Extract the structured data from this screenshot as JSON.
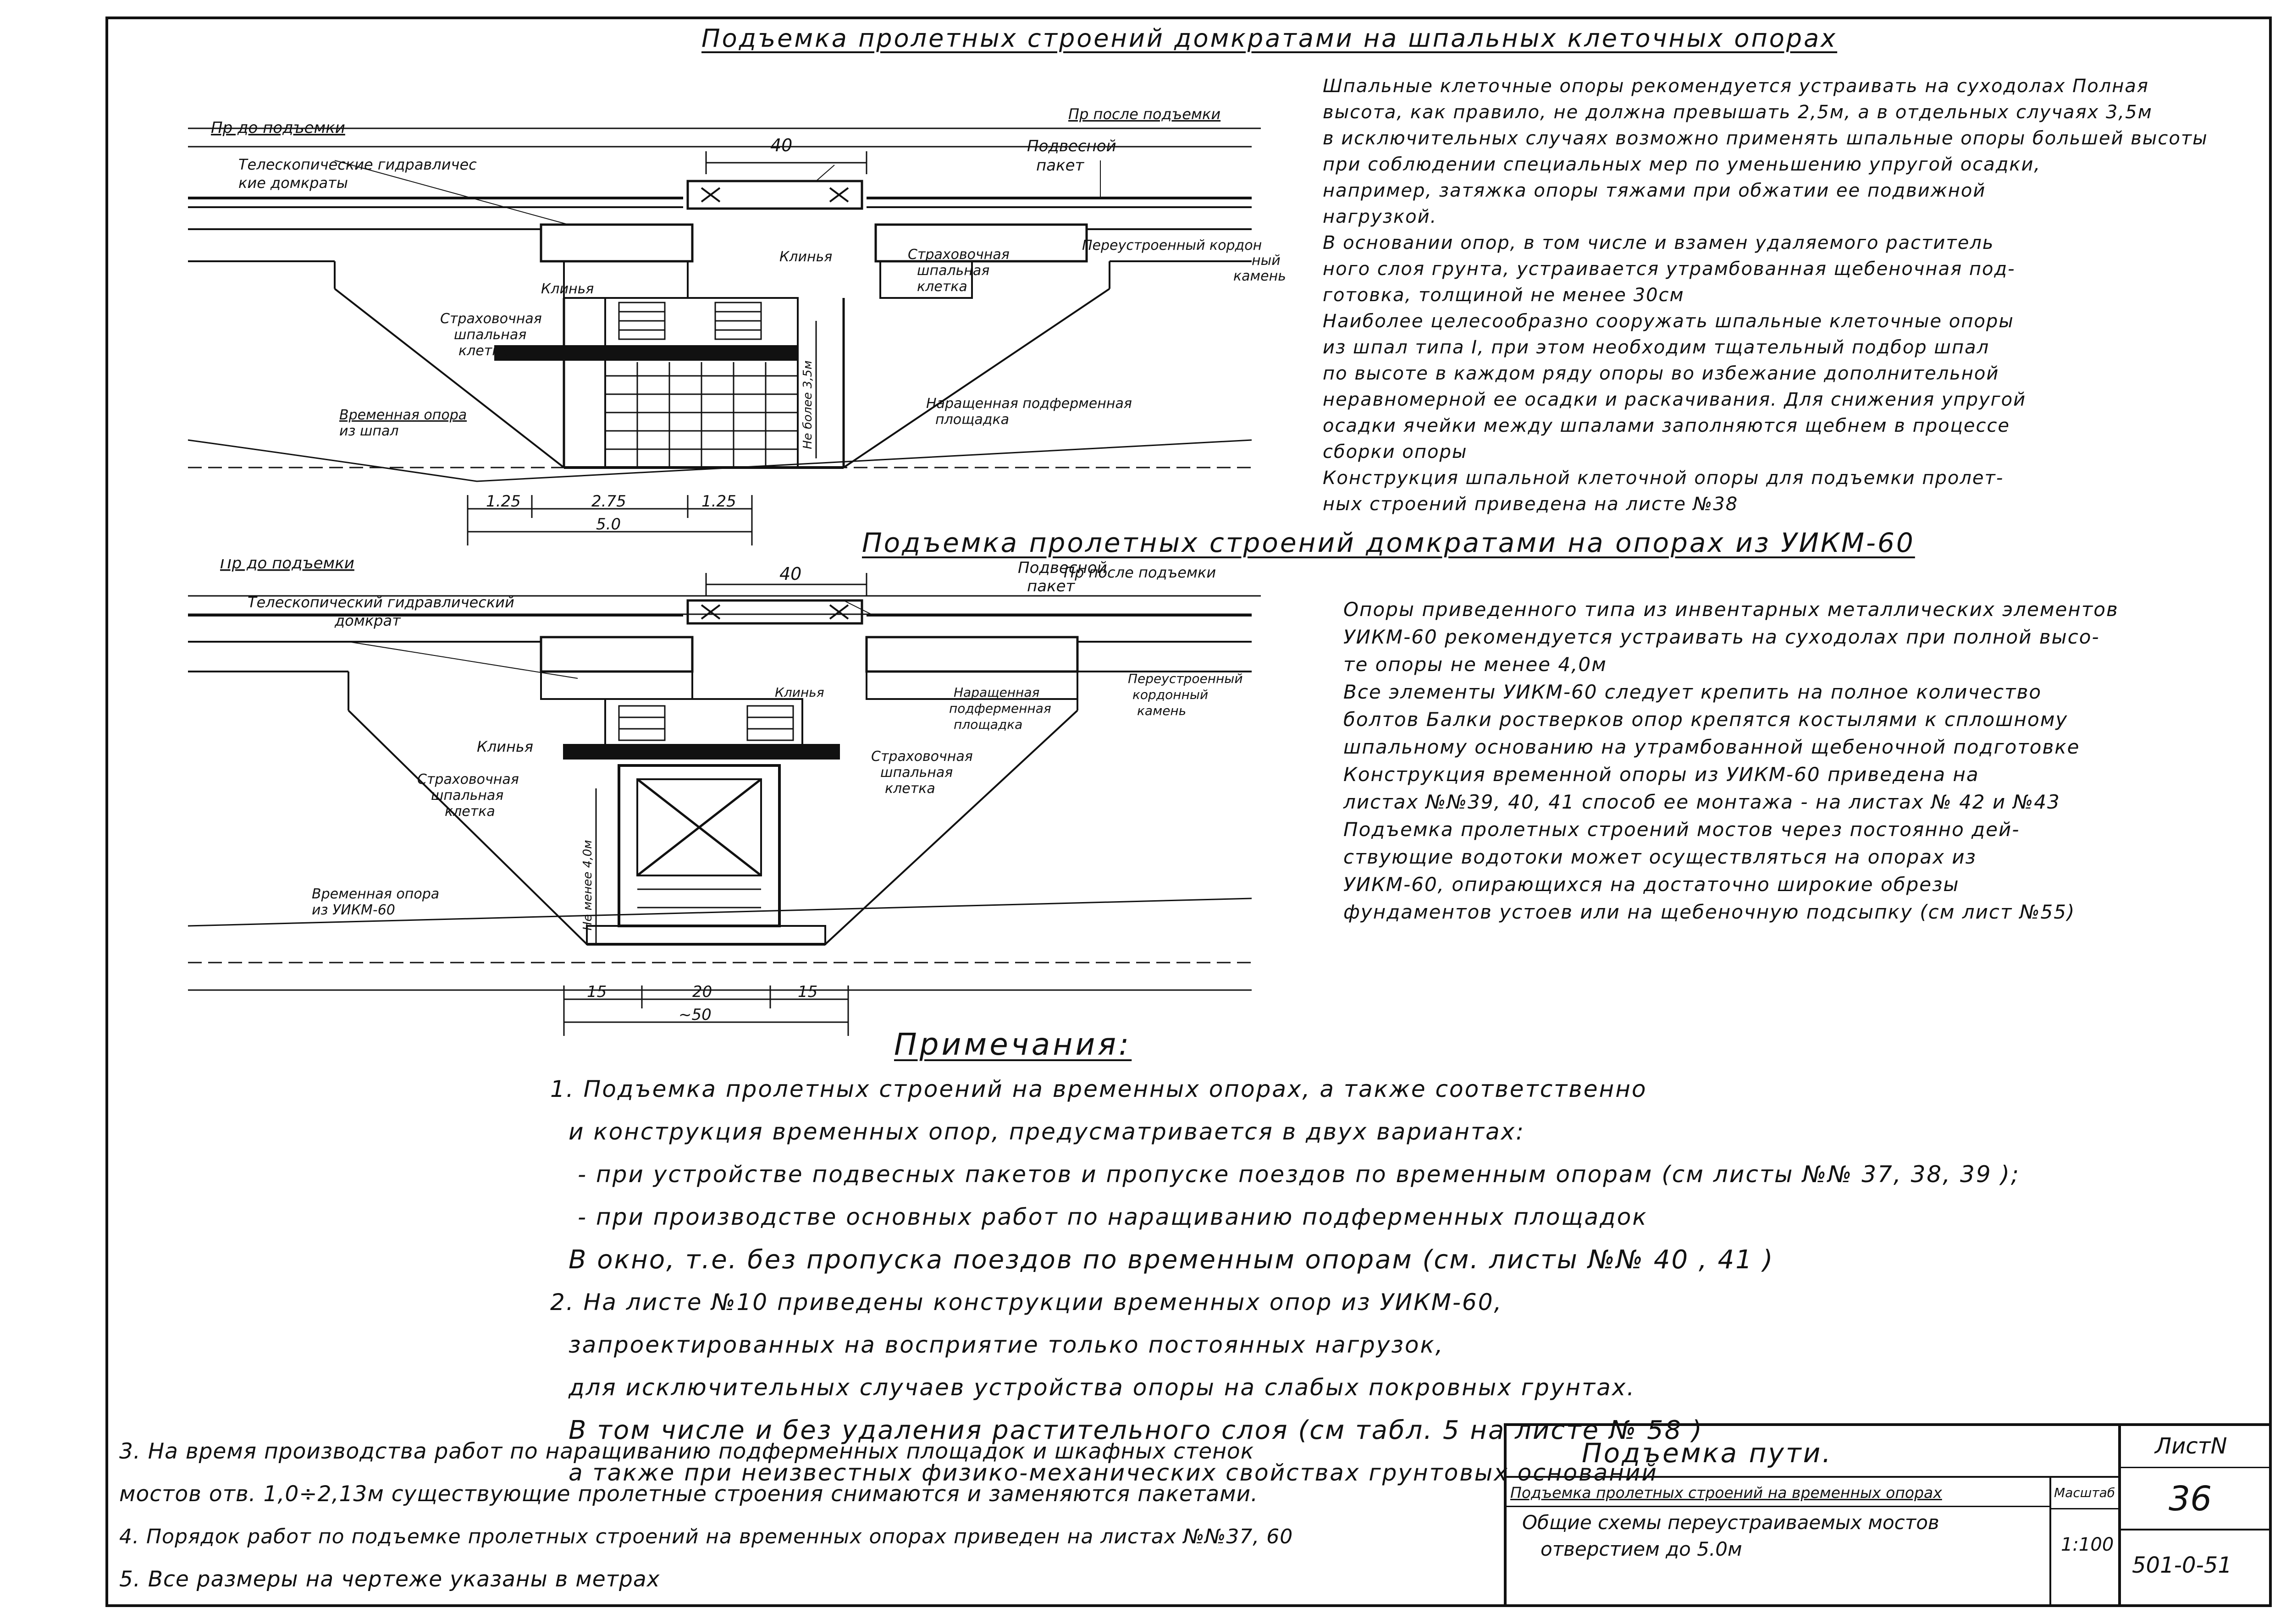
{
  "section1": {
    "title": "Подъемка пролетных строений домкратами на шпальных клеточных опорах",
    "text": [
      "Шпальные клеточные опоры рекомендуется устраивать на суходолах Полная",
      "высота, как правило, не должна превышать 2,5м, а в отдельных случаях 3,5м",
      "в исключительных случаях возможно применять шпальные опоры большей высоты",
      "при соблюдении специальных мер по уменьшению упругой осадки,",
      "например, затяжка опоры тяжами при обжатии ее подвижной",
      "нагрузкой.",
      "В основании опор, в том числе и взамен удаляемого раститель",
      "ного слоя грунта, устраивается утрамбованная щебеночная под-",
      "готовка, толщиной не менее 30см",
      "Наиболее целесообразно сооружать шпальные клеточные опоры",
      "из шпал типа I, при этом необходим тщательный подбор шпал",
      "по высоте в каждом ряду опоры во избежание дополнительной",
      "неравномерной ее осадки и раскачивания. Для снижения упругой",
      "осадки ячейки между шпалами заполняются щебнем в процессе",
      "сборки опоры",
      "Конструкция шпальной клеточной опоры для подъемки пролет-",
      "ных строений приведена на листе №38"
    ],
    "drawing_labels": {
      "level_before": "Пр до подъемки",
      "level_after": "Пр после подъемки",
      "jacks": [
        "Телескопические гидравличес",
        "кие домкраты"
      ],
      "span_40": "40",
      "hanging_packet": [
        "Подвесной",
        "пакет"
      ],
      "wedges_left": "Клинья",
      "wedges_right": "Клинья",
      "safety_cage_left": [
        "Страховочная",
        "шпальная",
        "клетка"
      ],
      "safety_cage_right": [
        "Страховочная",
        "шпальная",
        "клетка"
      ],
      "rebuilt_stone": [
        "Переустроенный кордон",
        "ный",
        "камень"
      ],
      "temp_support": [
        "Временная опора",
        "из шпал"
      ],
      "extended_platform": [
        "Наращенная подферменная",
        "площадка"
      ],
      "height_limit": "Не более 3,5м",
      "dims": [
        "1.25",
        "2.75",
        "1.25"
      ],
      "dim_total": "5.0"
    }
  },
  "section2": {
    "title": "Подъемка пролетных строений домкратами на опорах из УИКМ-60",
    "text": [
      "Опоры приведенного типа из инвентарных металлических элементов",
      "УИКМ-60 рекомендуется устраивать на суходолах при полной высо-",
      "те опоры не менее 4,0м",
      "Все элементы УИКМ-60 следует крепить на полное количество",
      "болтов Балки ростверков опор крепятся костылями к сплошному",
      "шпальному основанию на утрамбованной щебеночной подготовке",
      "Конструкция временной опоры из УИКМ-60 приведена на",
      "листах №№39, 40, 41      способ ее монтажа - на листах № 42 и №43",
      "Подъемка пролетных строений мостов через постоянно дей-",
      "ствующие водотоки может осуществляться на опорах из",
      "УИКМ-60, опирающихся на достаточно широкие обрезы",
      "фундаментов устоев или на щебеночную подсыпку (см лист №55)"
    ],
    "drawing_labels": {
      "level_before": "Пр до подъемки",
      "level_after": "Пр после подъемки",
      "jack": [
        "Телескопический гидравлический",
        "домкрат"
      ],
      "span_40": "40",
      "hanging_packet": [
        "Подвесной",
        "пакет"
      ],
      "wedges_top": "Клинья",
      "wedges_left": "Клинья",
      "extended_platform": [
        "Наращенная",
        "подферменная",
        "площадка"
      ],
      "rebuilt_stone": [
        "Переустроенный",
        "кордонный",
        "камень"
      ],
      "safety_cage_left": [
        "Страховочная",
        "шпальная",
        "клетка"
      ],
      "safety_cage_right": [
        "Страховочная",
        "шпальная",
        "клетка"
      ],
      "temp_support": [
        "Временная опора",
        "из УИКМ-60"
      ],
      "height_limit": "Не менее 4,0м",
      "dims": [
        "15",
        "20",
        "15"
      ],
      "dim_total": "~50"
    }
  },
  "notes": {
    "title": "Примечания:",
    "lines": [
      "1. Подъемка пролетных строений на временных опорах, а также соответственно",
      "и конструкция временных опор, предусматривается в двух вариантах:",
      "- при устройстве подвесных пакетов и пропуске поездов по временным опорам (см листы №№ 37, 38, 39 );",
      "- при производстве основных работ по наращиванию подферменных площадок",
      "В окно, т.е. без пропуска поездов по временным опорам (см. листы №№ 40 , 41 )",
      "2. На листе №10 приведены конструкции временных опор из УИКМ-60,",
      "запроектированных на восприятие только постоянных нагрузок,",
      "для исключительных случаев устройства опоры на слабых покровных грунтах.",
      "В том числе и без удаления растительного слоя (см табл. 5 на листе № 58 )",
      "а также при неизвестных физико-механических свойствах грунтовых оснований"
    ],
    "extra": [
      "3. На время производства работ по наращиванию подферменных площадок и шкафных стенок",
      "мостов отв. 1,0÷2,13м существующие пролетные строения снимаются и заменяются пакетами.",
      "4. Порядок работ по подъемке пролетных строений на временных опорах приведен на листах №№37, 60",
      "5. Все размеры на чертеже указаны в метрах"
    ]
  },
  "stamp": {
    "main_title": "Подъемка пути.",
    "sheet_label": "ЛистN",
    "sheet_number": "36",
    "subtitle": "Подъемка пролетных строений на временных опорах",
    "scale_label": "Масштаб",
    "description": [
      "Общие схемы переустраиваемых мостов",
      "отверстием до 5.0м"
    ],
    "scale_value": "1:100",
    "code": "501-0-51"
  }
}
